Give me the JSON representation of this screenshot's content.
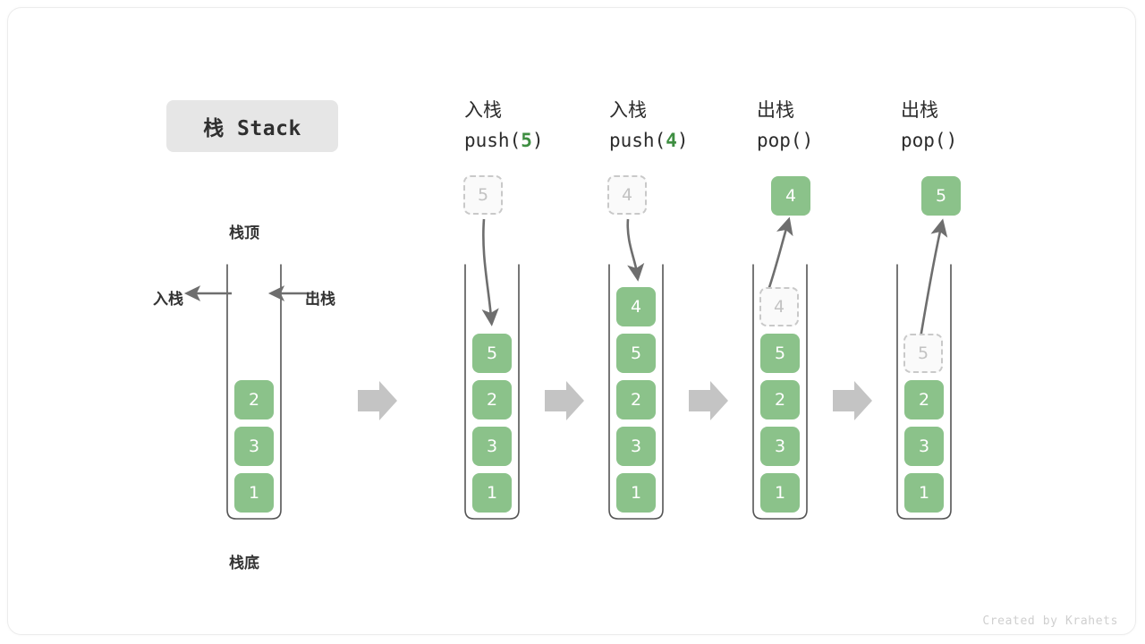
{
  "title": {
    "chip_label": "栈 Stack"
  },
  "footer": {
    "credit": "Created by Krahets"
  },
  "colors": {
    "element_fill": "#8bc28a",
    "element_text": "#ffffff",
    "ghost_fill": "#fafafa",
    "ghost_border": "#c9c9c9",
    "ghost_text": "#c2c2c2",
    "tube_stroke": "#555555",
    "arrow_gray": "#6e6e6e",
    "flow_arrow": "#c4c4c4",
    "chip_bg": "#e6e6e6",
    "accent_green": "#3e8e41",
    "text": "#2b2b2b"
  },
  "legend": {
    "top_label": "栈顶",
    "bottom_label": "栈底",
    "push_label": "入栈",
    "pop_label": "出栈"
  },
  "columns": [
    {
      "id": "initial",
      "caption_cn": "",
      "caption_code": "",
      "caption_arg": "",
      "stack": [
        "2",
        "3",
        "1"
      ],
      "ghost_in_stack": null,
      "external_box": null,
      "external_box_style": null,
      "operation": "initial"
    },
    {
      "id": "push-5",
      "caption_cn": "入栈",
      "caption_code_prefix": "push(",
      "caption_arg": "5",
      "caption_code_suffix": ")",
      "stack": [
        "5",
        "2",
        "3",
        "1"
      ],
      "ghost_in_stack": null,
      "external_box": "5",
      "external_box_style": "ghost",
      "operation": "push"
    },
    {
      "id": "push-4",
      "caption_cn": "入栈",
      "caption_code_prefix": "push(",
      "caption_arg": "4",
      "caption_code_suffix": ")",
      "stack": [
        "4",
        "5",
        "2",
        "3",
        "1"
      ],
      "ghost_in_stack": null,
      "external_box": "4",
      "external_box_style": "ghost",
      "operation": "push"
    },
    {
      "id": "pop-1",
      "caption_cn": "出栈",
      "caption_code_prefix": "pop(",
      "caption_arg": "",
      "caption_code_suffix": ")",
      "stack": [
        "5",
        "2",
        "3",
        "1"
      ],
      "ghost_in_stack": "4",
      "external_box": "4",
      "external_box_style": "solid",
      "operation": "pop"
    },
    {
      "id": "pop-2",
      "caption_cn": "出栈",
      "caption_code_prefix": "pop(",
      "caption_arg": "",
      "caption_code_suffix": ")",
      "stack": [
        "2",
        "3",
        "1"
      ],
      "ghost_in_stack": "5",
      "external_box": "5",
      "external_box_style": "solid",
      "operation": "pop"
    }
  ],
  "flow_arrows": [
    {
      "label": "step-arrow-1"
    },
    {
      "label": "step-arrow-2"
    },
    {
      "label": "step-arrow-3"
    },
    {
      "label": "step-arrow-4"
    }
  ]
}
